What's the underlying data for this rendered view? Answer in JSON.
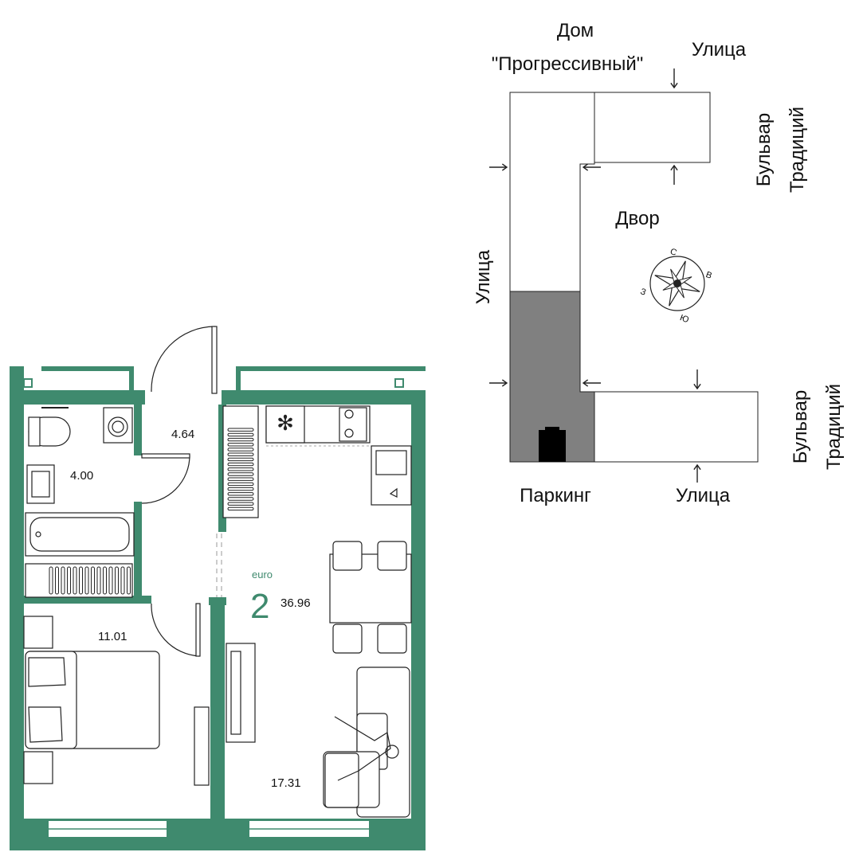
{
  "apartment": {
    "type_label": "euro",
    "rooms": "2",
    "total_area": "36.96",
    "areas": {
      "hall": "4.64",
      "bathroom": "4.00",
      "bedroom": "11.01",
      "living": "17.31"
    }
  },
  "site_plan": {
    "house_line1": "Дом",
    "house_line2": "\"Прогрессивный\"",
    "street_top": "Улица",
    "street_left": "Улица",
    "street_bottom": "Улица",
    "boulevard_top_1": "Бульвар",
    "boulevard_top_2": "Традиций",
    "boulevard_bottom_1": "Бульвар",
    "boulevard_bottom_2": "Традиций",
    "yard": "Двор",
    "parking": "Паркинг",
    "compass": {
      "n": "С",
      "e": "В",
      "s": "Ю",
      "w": "З"
    }
  },
  "colors": {
    "wall": "#3f8a6e",
    "parking_fill": "#808080",
    "accent_text": "#3f8a6e"
  }
}
